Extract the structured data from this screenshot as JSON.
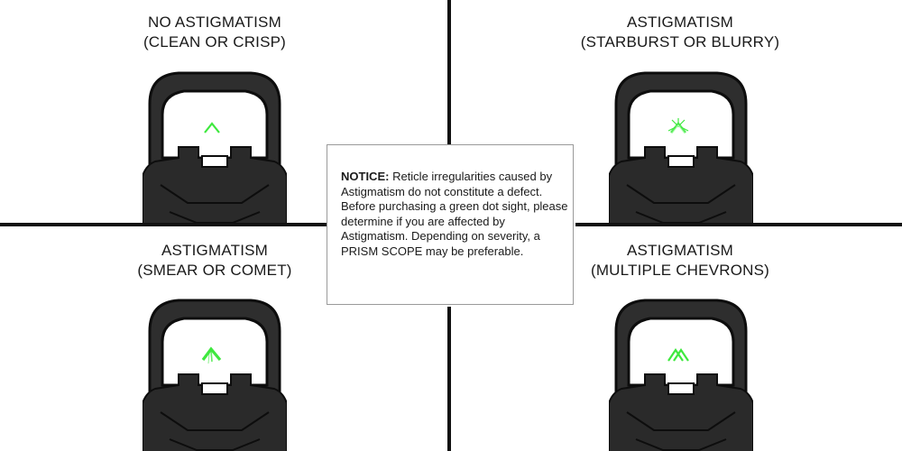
{
  "panels": [
    {
      "id": "tl",
      "title": "NO ASTIGMATISM",
      "subtitle": "(CLEAN OR CRISP)",
      "reticle": "crisp-chevron"
    },
    {
      "id": "tr",
      "title": "ASTIGMATISM",
      "subtitle": "(STARBURST OR BLURRY)",
      "reticle": "starburst-chevron"
    },
    {
      "id": "bl",
      "title": "ASTIGMATISM",
      "subtitle": "(SMEAR OR COMET)",
      "reticle": "smear-chevron"
    },
    {
      "id": "br",
      "title": "ASTIGMATISM",
      "subtitle": "(MULTIPLE CHEVRONS)",
      "reticle": "multiple-chevrons"
    }
  ],
  "notice": {
    "label": "NOTICE:",
    "text": " Reticle irregularities caused by Astigmatism do not constitute a defect. Before purchasing a green dot sight, please determine if you are affected by Astigmatism. Depending on severity, a PRISM SCOPE may be preferable."
  },
  "colors": {
    "reticle": "#3ee83e",
    "sight_body": "#2e2e2e",
    "sight_outline": "#0d0d0d",
    "divider": "#111111"
  }
}
